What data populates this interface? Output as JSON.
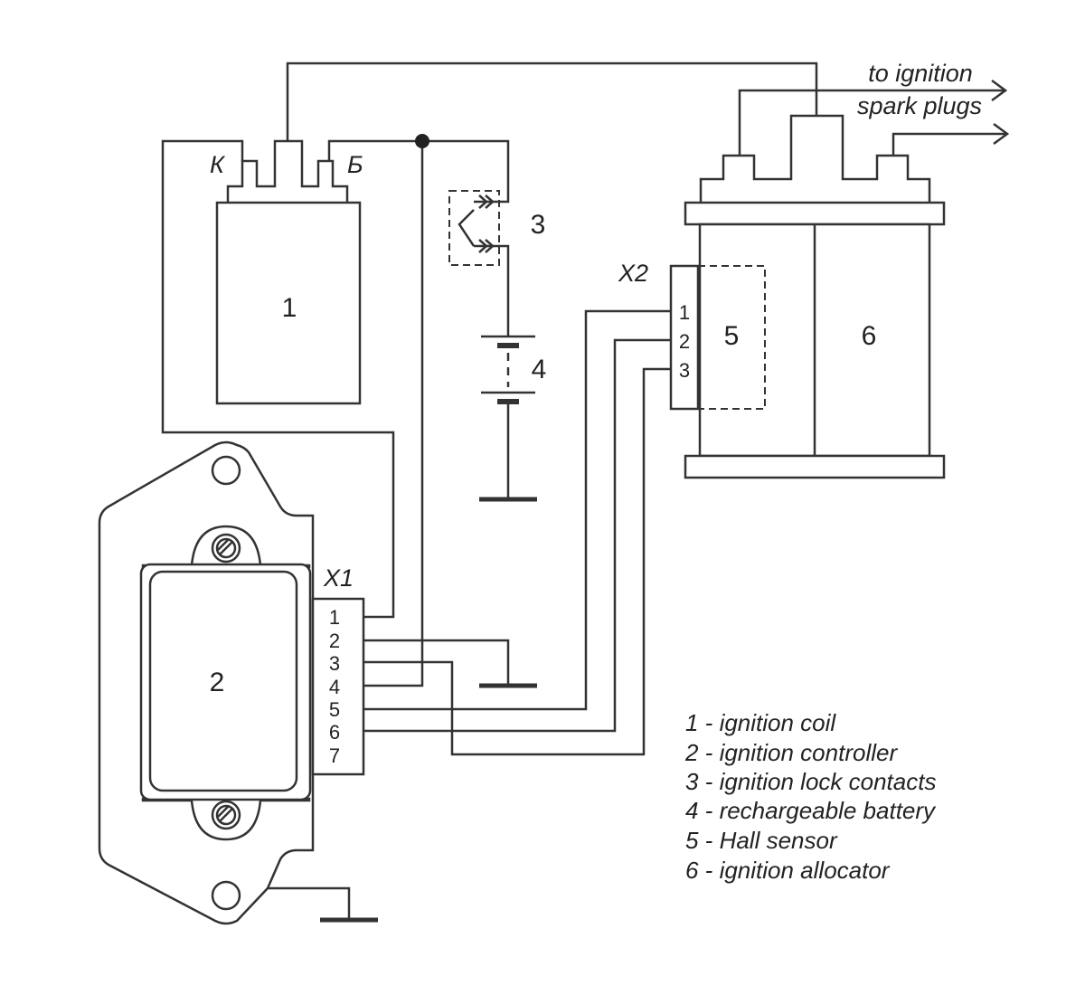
{
  "components": {
    "coil": {
      "number": "1",
      "terminal_k": "К",
      "terminal_b": "Б"
    },
    "controller": {
      "number": "2",
      "connector": "X1",
      "pins": [
        "1",
        "2",
        "3",
        "4",
        "5",
        "6",
        "7"
      ]
    },
    "lock": {
      "number": "3"
    },
    "battery": {
      "number": "4"
    },
    "hall_sensor": {
      "number": "5",
      "connector": "X2",
      "pins": [
        "1",
        "2",
        "3"
      ]
    },
    "allocator": {
      "number": "6"
    }
  },
  "output_label": {
    "line1": "to ignition",
    "line2": "spark plugs"
  },
  "legend": [
    "1 - ignition coil",
    "2 - ignition controller",
    "3 - ignition lock contacts",
    "4 - rechargeable battery",
    "5 - Hall sensor",
    "6 - ignition allocator"
  ]
}
